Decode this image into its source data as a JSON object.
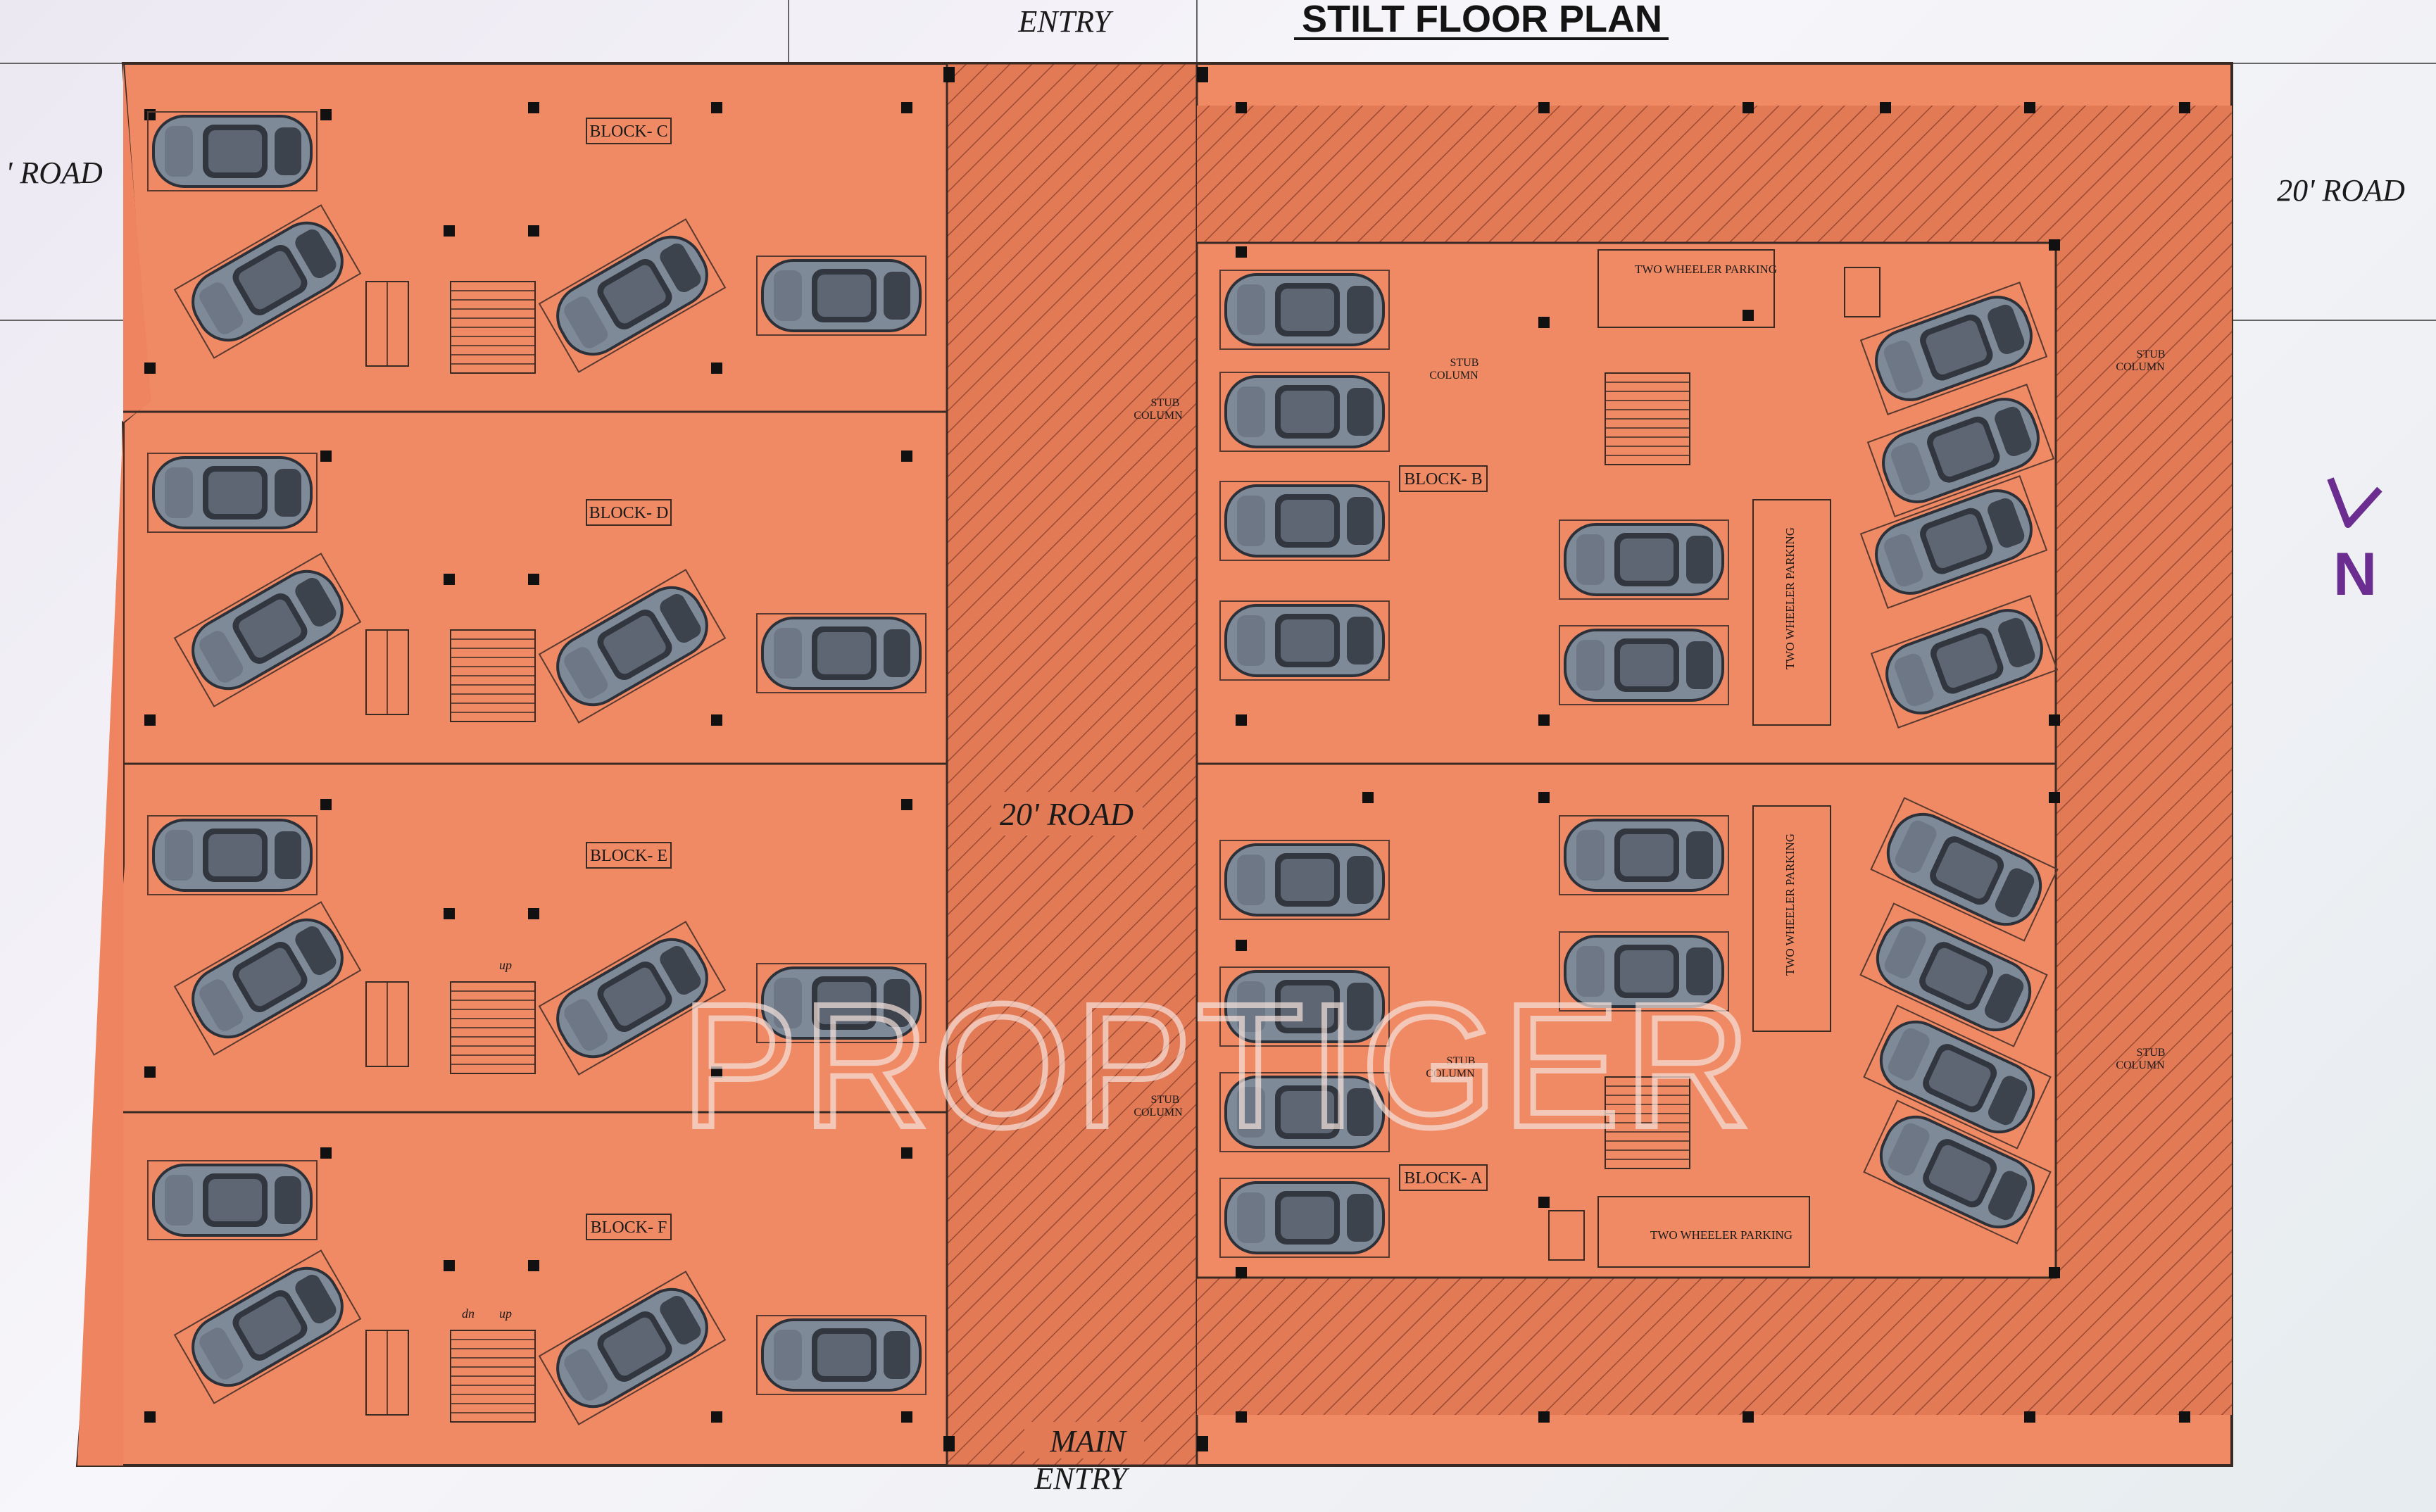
{
  "title": "STILT FLOOR PLAN",
  "watermark": "PROPTIGER",
  "compass_label": "N",
  "roads": {
    "top_entry": "ENTRY",
    "left_road": "' ROAD",
    "right_road": "20' ROAD",
    "center_road": "20' ROAD",
    "main_entry_line1": "MAIN",
    "main_entry_line2": "ENTRY"
  },
  "blocks": {
    "c": "BLOCK- C",
    "d": "BLOCK- D",
    "e": "BLOCK- E",
    "f": "BLOCK- F",
    "b": "BLOCK- B",
    "a": "BLOCK- A"
  },
  "annotations": {
    "two_wheeler": "TWO WHEELER PARKING",
    "stub": "STUB",
    "column": "COLUMN",
    "up": "up",
    "dn": "dn"
  },
  "colors": {
    "floor": "#f08a64",
    "road_hatch": "#d7704d",
    "outline": "#3a2a24",
    "car_body": "#7f8a98",
    "compass": "#6b2d8f"
  }
}
